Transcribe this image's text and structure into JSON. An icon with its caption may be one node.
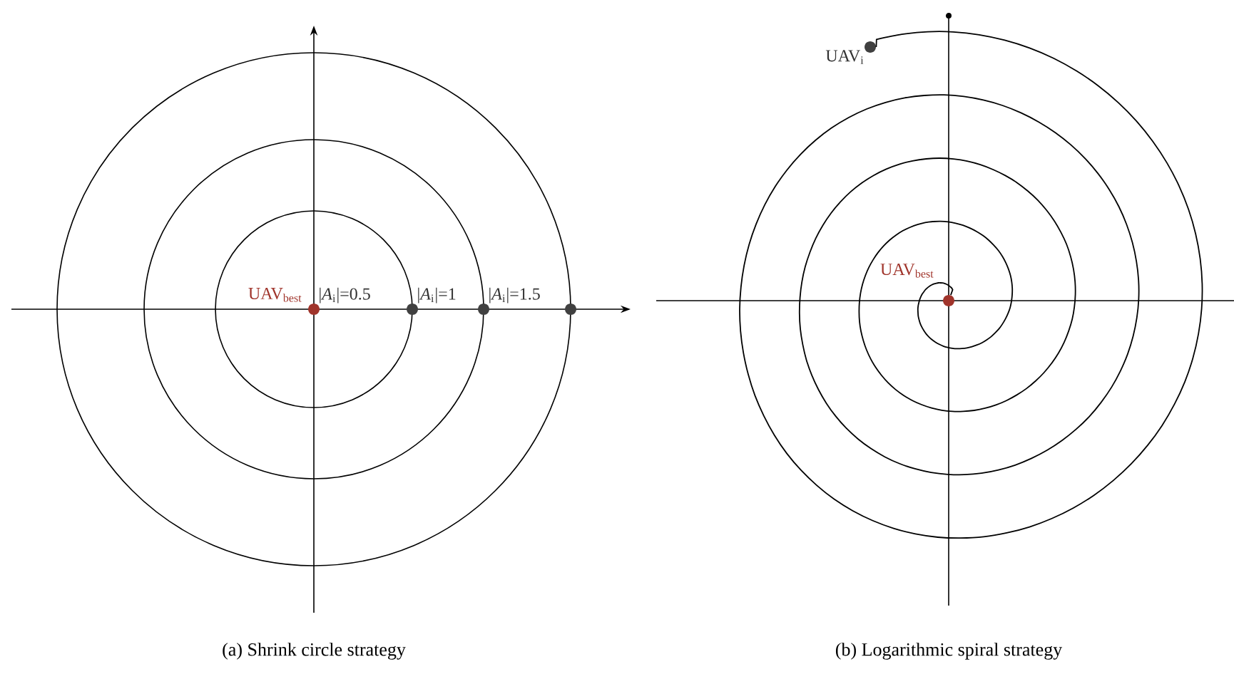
{
  "diagram": {
    "nodes": [
      {
        "text": [],
        "shape": "circle",
        "beside": [
          "UAV$_{i}$"
        ]
      },
      {
        "text": [],
        "shape": "circle",
        "beside": [
          "UAV$_{best}$"
        ]
      }
    ],
    "edges": [
      {
        "from": 0,
        "to": 1,
        "arrow": "none"
      }
    ],
    "labels": [
      "UAV$_{best}$",
      "|*A*$_{i}$|=0.5",
      "|*A*$_{i}$|=1",
      "|*A*$_{i}$|=1.5",
      "(a) Shrink circle strategy",
      "(b) Logarithmic spiral strategy"
    ]
  }
}
